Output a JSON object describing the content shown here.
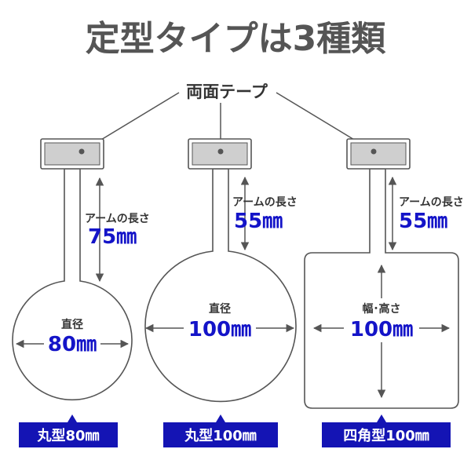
{
  "title": "定型タイプは3種類",
  "tape_label": "両面テープ",
  "shapes": [
    {
      "arm_label": "アームの長さ",
      "arm_value": "75㎜",
      "size_label": "直径",
      "size_value": "80㎜",
      "badge": "丸型80㎜"
    },
    {
      "arm_label": "アームの長さ",
      "arm_value": "55㎜",
      "size_label": "直径",
      "size_value": "100㎜",
      "badge": "丸型100㎜"
    },
    {
      "arm_label": "アームの長さ",
      "arm_value": "55㎜",
      "size_label": "幅･高さ",
      "size_value": "100㎜",
      "badge": "四角型100㎜"
    }
  ],
  "colors": {
    "accent_blue": "#1414c8",
    "badge_blue": "#1414b4",
    "title_gray": "#555555",
    "tape_gray": "#cfcfcf"
  }
}
